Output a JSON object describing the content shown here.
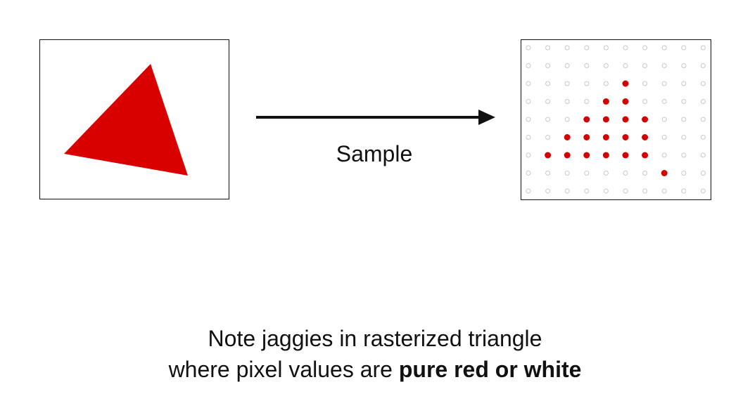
{
  "colors": {
    "triangle_fill": "#d90000",
    "sample_fill": "#d40000",
    "empty_sample_stroke": "#c8c8c8",
    "frame": "#111111",
    "arrow": "#111111"
  },
  "source": {
    "shape": "triangle"
  },
  "arrow_label": "Sample",
  "sample_grid": {
    "cols": 10,
    "rows": 9,
    "filled": [
      [
        0,
        0,
        0,
        0,
        0,
        0,
        0,
        0,
        0,
        0
      ],
      [
        0,
        0,
        0,
        0,
        0,
        0,
        0,
        0,
        0,
        0
      ],
      [
        0,
        0,
        0,
        0,
        0,
        1,
        0,
        0,
        0,
        0
      ],
      [
        0,
        0,
        0,
        0,
        1,
        1,
        0,
        0,
        0,
        0
      ],
      [
        0,
        0,
        0,
        1,
        1,
        1,
        1,
        0,
        0,
        0
      ],
      [
        0,
        0,
        1,
        1,
        1,
        1,
        1,
        0,
        0,
        0
      ],
      [
        0,
        1,
        1,
        1,
        1,
        1,
        1,
        0,
        0,
        0
      ],
      [
        0,
        0,
        0,
        0,
        0,
        0,
        0,
        1,
        0,
        0
      ],
      [
        0,
        0,
        0,
        0,
        0,
        0,
        0,
        0,
        0,
        0
      ]
    ]
  },
  "caption": {
    "line1": "Note jaggies in rasterized triangle",
    "line2_prefix": "where pixel values are ",
    "line2_bold": "pure red or white"
  }
}
